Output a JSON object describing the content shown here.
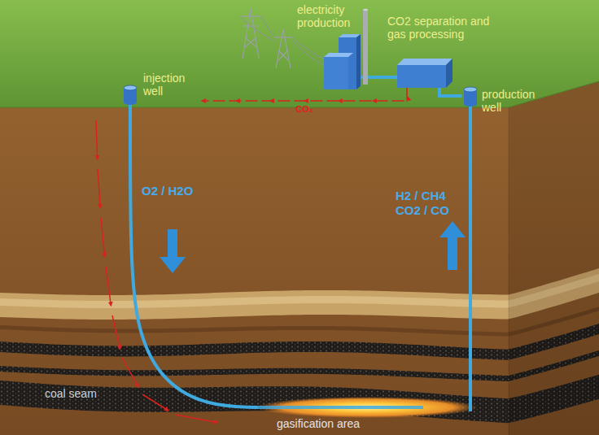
{
  "diagram": {
    "nodes": [
      {
        "text": [
          "electricity production"
        ]
      },
      {
        "text": [
          "CO2 separation and gas processing"
        ]
      },
      {
        "text": [
          "injection well"
        ]
      },
      {
        "text": [
          "production well"
        ]
      },
      {
        "text": [
          "gasification area"
        ]
      }
    ],
    "edges": [
      {
        "from": 3,
        "to": 1,
        "arrow": "none"
      },
      {
        "from": 1,
        "to": 0,
        "arrow": "none"
      },
      {
        "from": 1,
        "to": 2,
        "arrow": "to",
        "label": "CO₂"
      },
      {
        "from": 2,
        "to": 4,
        "arrow": "none"
      },
      {
        "from": 4,
        "to": 3,
        "arrow": "none"
      }
    ],
    "labels": [
      "O2 / H2O",
      "H2 / CH4 CO2 / CO",
      "coal seam"
    ]
  }
}
